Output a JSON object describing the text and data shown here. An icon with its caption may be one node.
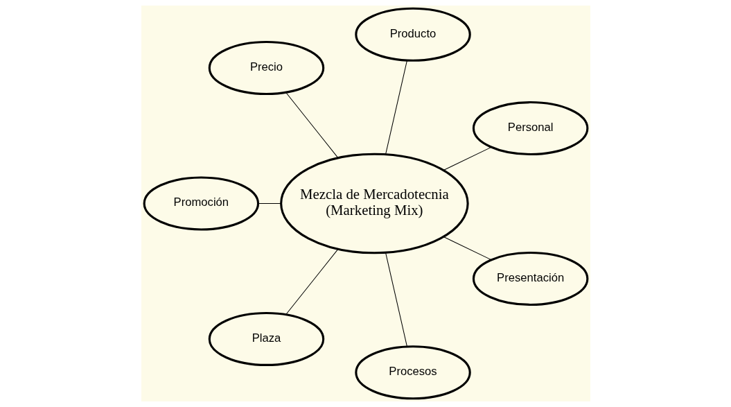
{
  "diagram": {
    "nodes": [
      {
        "text": [
          "Personal"
        ]
      },
      {
        "text": [
          "Producto"
        ]
      },
      {
        "text": [
          "Precio"
        ]
      },
      {
        "text": [
          "Promoción"
        ]
      },
      {
        "text": [
          "Mezcla de Mercadotecnia (Marketing Mix)"
        ]
      },
      {
        "text": [
          "Plaza"
        ]
      },
      {
        "text": [
          "Procesos"
        ]
      },
      {
        "text": [
          "Presentación"
        ]
      }
    ],
    "edges": [
      {
        "from": 4,
        "to": 0,
        "arrow": "none"
      },
      {
        "from": 4,
        "to": 1,
        "arrow": "none"
      },
      {
        "from": 4,
        "to": 2,
        "arrow": "none"
      },
      {
        "from": 4,
        "to": 3,
        "arrow": "none"
      },
      {
        "from": 4,
        "to": 5,
        "arrow": "none"
      },
      {
        "from": 4,
        "to": 6,
        "arrow": "none"
      },
      {
        "from": 4,
        "to": 7,
        "arrow": "none"
      }
    ]
  }
}
